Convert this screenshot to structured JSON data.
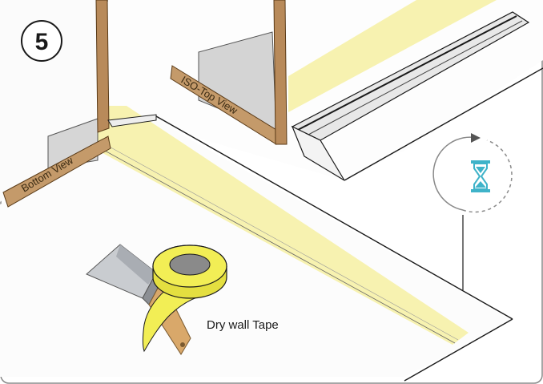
{
  "step": {
    "number": "5"
  },
  "views": {
    "bottom_label": "Bottom View",
    "top_label": "ISO-Top View"
  },
  "tape": {
    "label": "Dry wall Tape"
  },
  "icons": {
    "wait": "hourglass-icon",
    "cycle": "dashed-cycle-arrow-icon",
    "tool": "putty-knife-icon",
    "roll": "tape-roll-icon"
  },
  "colors": {
    "stud": "#b88a5a",
    "tape": "#f7f2b0",
    "tape_roll": "#f2ee55",
    "hourglass": "#3fb3c9",
    "line": "#1a1a1a"
  }
}
